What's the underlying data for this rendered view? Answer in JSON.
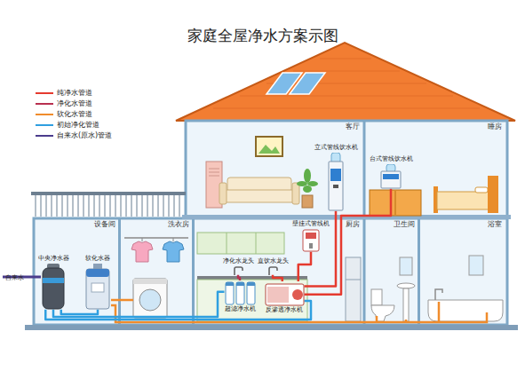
{
  "diagram": {
    "title": "家庭全屋净水方案示图",
    "nodes": [
      {
        "text": [
          "客厅"
        ]
      },
      {
        "text": [
          "立式管线饮水机"
        ],
        "in": 0
      },
      {
        "text": [
          "睡房"
        ]
      },
      {
        "text": [
          "台式管线饮水机"
        ],
        "in": 2
      },
      {
        "text": [
          "设备间"
        ]
      },
      {
        "text": [
          "中央净水器"
        ],
        "in": 4
      },
      {
        "text": [
          "软化水器"
        ],
        "in": 4
      },
      {
        "text": [
          "洗衣房"
        ]
      },
      {
        "text": [
          "厨房"
        ]
      },
      {
        "text": [
          "壁挂式管线机"
        ],
        "in": 8
      },
      {
        "text": [
          "净化水龙头"
        ],
        "in": 8
      },
      {
        "text": [
          "直饮水龙头"
        ],
        "in": 8
      },
      {
        "text": [
          "超滤净水机"
        ],
        "in": 8
      },
      {
        "text": [
          "反渗透净水机"
        ],
        "in": 8
      },
      {
        "text": [
          "卫生间"
        ]
      },
      {
        "text": [
          "浴室"
        ]
      }
    ],
    "edges": [
      {
        "from": 5,
        "to": 6,
        "arrow": "none"
      },
      {
        "from": 5,
        "to": 12,
        "arrow": "none"
      },
      {
        "from": 5,
        "to": 13,
        "arrow": "none"
      },
      {
        "from": 12,
        "to": 10,
        "arrow": "none"
      },
      {
        "from": 13,
        "to": 11,
        "arrow": "none"
      },
      {
        "from": 13,
        "to": 9,
        "arrow": "none"
      },
      {
        "from": 13,
        "to": 1,
        "arrow": "none"
      },
      {
        "from": 13,
        "to": 3,
        "arrow": "none"
      }
    ],
    "labels": [
      "自来水"
    ],
    "legend": [
      {
        "text": "纯净水管道",
        "color": "#e53a2f"
      },
      {
        "text": "净化水管道",
        "color": "#b8304f"
      },
      {
        "text": "软化水管道",
        "color": "#f08c2c"
      },
      {
        "text": "初始净化管道",
        "color": "#2f9fe0"
      },
      {
        "text": "自来水(原水)管道",
        "color": "#4b3c8c"
      }
    ]
  }
}
